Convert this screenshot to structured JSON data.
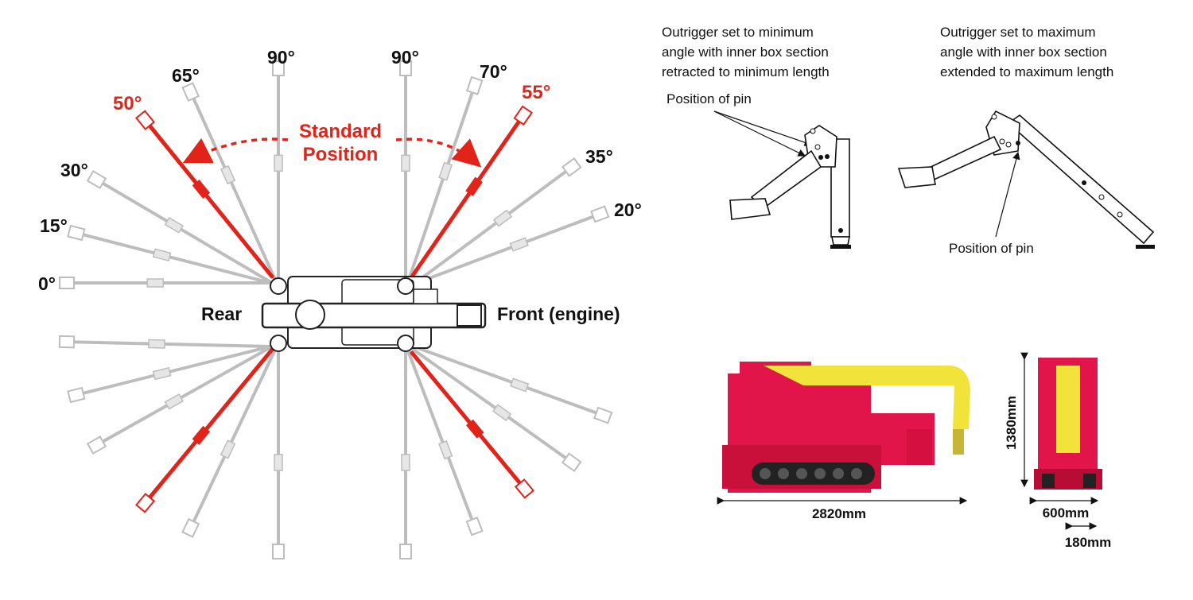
{
  "left": {
    "rear": "Rear",
    "front": "Front (engine)",
    "standard_line1": "Standard",
    "standard_line2": "Position",
    "angle_labels": {
      "rear_90": "90°",
      "rear_65": "65°",
      "rear_50": "50°",
      "rear_30": "30°",
      "rear_15": "15°",
      "rear_0": "0°",
      "front_90": "90°",
      "front_70": "70°",
      "front_55": "55°",
      "front_35": "35°",
      "front_20": "20°"
    }
  },
  "outrigger_min": {
    "caption": [
      "Outrigger set to minimum",
      "angle with inner box section",
      "retracted to minimum length"
    ],
    "pin": "Position of pin"
  },
  "outrigger_max": {
    "caption": [
      "Outrigger set to maximum",
      "angle with inner box section",
      "extended to maximum length"
    ],
    "pin": "Position of pin"
  },
  "dimensions": {
    "length": "2820mm",
    "height": "1380mm",
    "width": "600mm",
    "track": "180mm"
  },
  "colors": {
    "red": "#e2231a",
    "yellow": "#f2e33a",
    "grey": "#bdbdbd"
  }
}
